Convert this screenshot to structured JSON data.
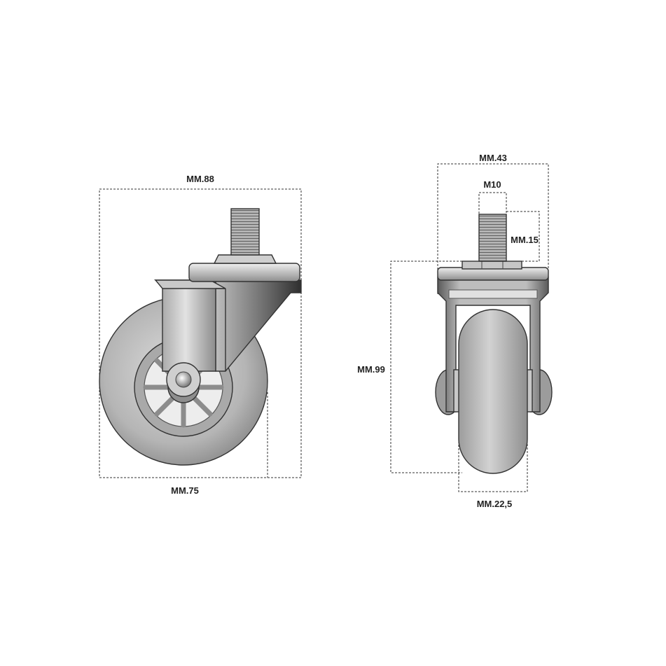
{
  "side_view": {
    "overall_width_label": "MM.88",
    "wheel_diameter_label": "MM.75"
  },
  "front_view": {
    "overall_width_label": "MM.43",
    "thread_label": "M10",
    "stem_length_label": "MM.15",
    "overall_height_label": "MM.99",
    "wheel_width_label": "MM.22,5"
  },
  "colors": {
    "wheel": "#b9b9b9",
    "metal_dark": "#4a4a4a",
    "metal_light": "#d6d6d6",
    "dimension_line": "#333333"
  }
}
